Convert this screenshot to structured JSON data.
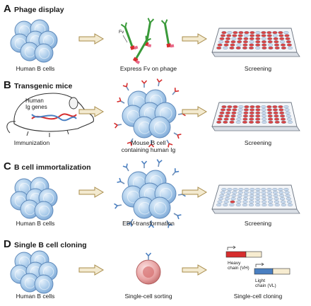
{
  "panels": [
    {
      "letter": "A",
      "title": "Phage display",
      "captions": [
        "Human B cells",
        "Express Fv on phage",
        "Screening"
      ]
    },
    {
      "letter": "B",
      "title": "Transgenic mice",
      "captions": [
        "Immunization",
        "Mouse B cell\ncontaining human Ig",
        "Screening"
      ]
    },
    {
      "letter": "C",
      "title": "B cell immortalization",
      "captions": [
        "Human B cells",
        "EBV-transformation",
        "Screening"
      ]
    },
    {
      "letter": "D",
      "title": "Single B cell cloning",
      "captions": [
        "Human B cells",
        "Single-cell sorting",
        "Single-cell cloning"
      ]
    }
  ],
  "labels": {
    "fv": "Fv",
    "human_ig_genes": "Human\nIg genes",
    "heavy_chain": "Heavy\nchain (VH)",
    "light_chain": "Light\nchain (VL)"
  },
  "colors": {
    "cell_fill": "#a9cbea",
    "cell_stroke": "#5a86b8",
    "sorted_cell": "#e8a3a3",
    "arrow_fill": "#f3ead0",
    "arrow_stroke": "#a88c4a",
    "well_hit": "#d94343",
    "well_empty": "#c7d9ee",
    "heavy": "#d62d2d",
    "light": "#4a7fc1",
    "phage": "#3a9a3a"
  }
}
